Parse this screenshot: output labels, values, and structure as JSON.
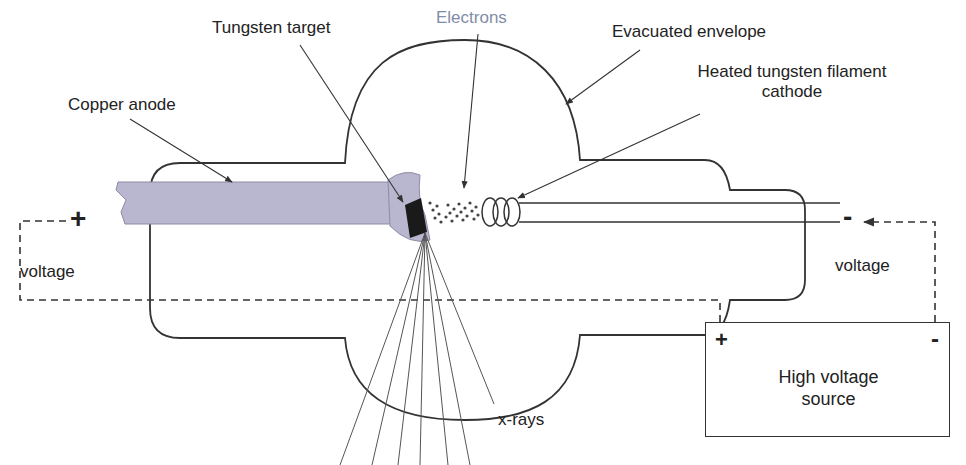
{
  "diagram": {
    "nodes": [
      {
        "text": [
          "+",
          "-",
          "High voltage source"
        ]
      }
    ],
    "labels": [
      "Tungsten target",
      "Electrons",
      "Evacuated envelope",
      "Heated tungsten filament cathode",
      "Copper anode",
      "+",
      "voltage",
      "-",
      "voltage",
      "x-rays"
    ]
  }
}
